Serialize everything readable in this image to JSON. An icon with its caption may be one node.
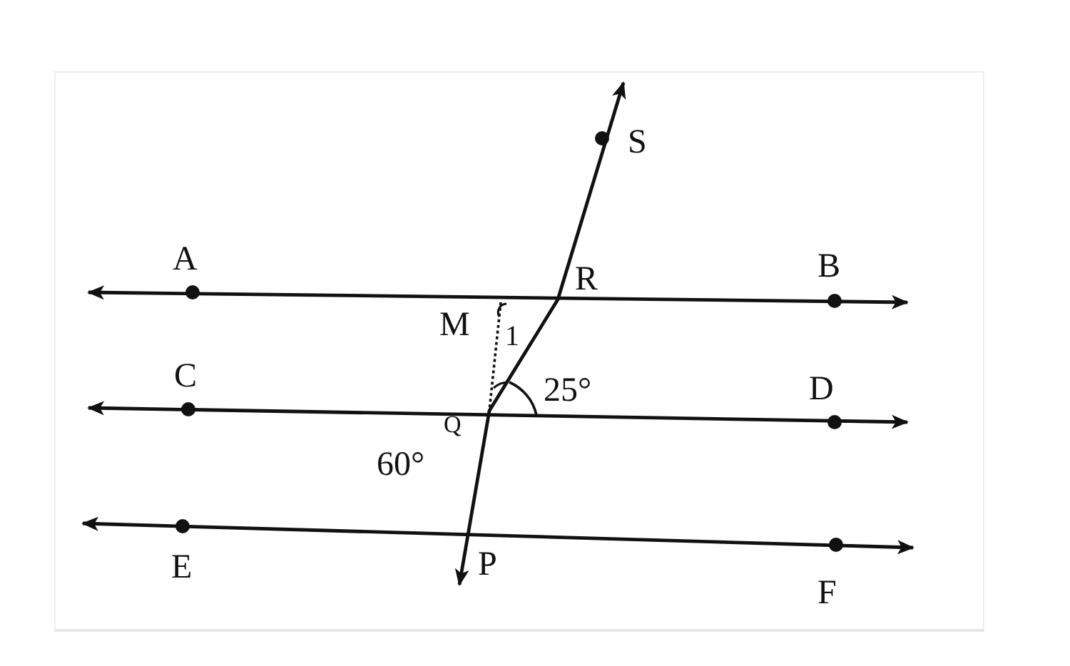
{
  "diagram": {
    "labels": [
      "S",
      "A",
      "R",
      "B",
      "M",
      "1",
      "C",
      "Q",
      "25°",
      "D",
      "60°",
      "E",
      "P",
      "F"
    ]
  }
}
